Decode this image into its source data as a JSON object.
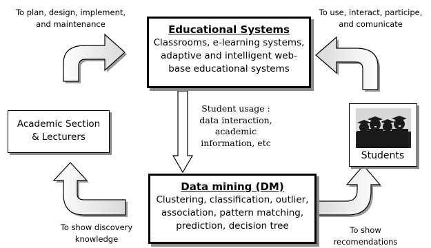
{
  "captions": {
    "top_left": [
      "To plan, design, implement,",
      "and maintenance"
    ],
    "top_right": [
      "To use, interact, participe,",
      "and comunicate"
    ],
    "bottom_left": [
      "To show discovery",
      "knowledge"
    ],
    "bottom_right": [
      "To show",
      "recomendations"
    ]
  },
  "educational_systems": {
    "title": "Educational Systems",
    "lines": [
      "Classrooms, e-learning systems,",
      "adaptive and intelligent web-",
      "base educational systems"
    ]
  },
  "data_mining": {
    "title": "Data mining (DM)",
    "lines": [
      "Clustering, classification, outlier,",
      "association, pattern matching,",
      "prediction, decision tree"
    ]
  },
  "academic": {
    "lines": [
      "Academic Section",
      "& Lecturers"
    ]
  },
  "students": {
    "label": "Students"
  },
  "student_usage": {
    "lines": [
      "Student usage :",
      "data interaction,",
      "academic",
      "information, etc"
    ]
  }
}
